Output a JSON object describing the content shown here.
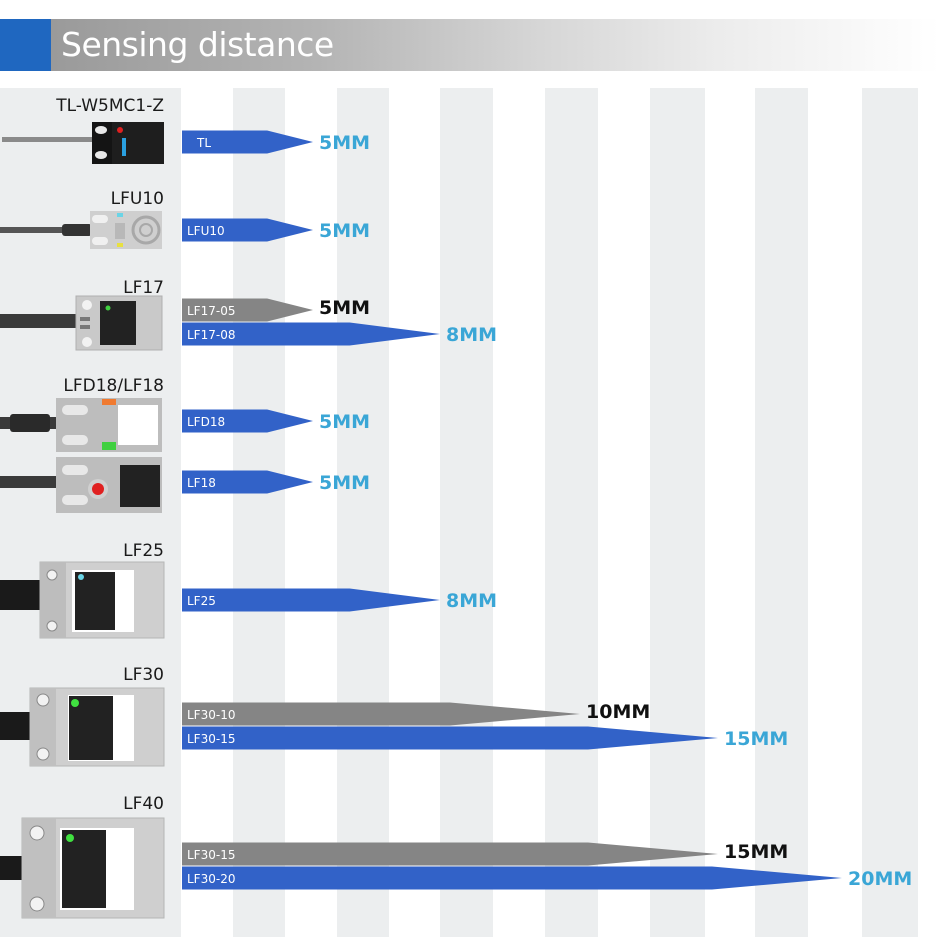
{
  "header": {
    "title": "Sensing distance",
    "accent_color": "#1f67c0"
  },
  "models": [
    {
      "name": "TL-W5MC1-Z",
      "image": "black-square-proximity-sensor-icon"
    },
    {
      "name": "LFU10",
      "image": "gray-proximity-sensor-with-target-face-icon"
    },
    {
      "name": "LF17",
      "image": "gray-proximity-sensor-icon"
    },
    {
      "name": "LFD18/LF18",
      "image": "two-gray-proximity-sensors-icon"
    },
    {
      "name": "LF25",
      "image": "gray-proximity-sensor-icon"
    },
    {
      "name": "LF30",
      "image": "gray-proximity-sensor-icon"
    },
    {
      "name": "LF40",
      "image": "gray-proximity-sensor-icon"
    }
  ],
  "colors": {
    "primary_bar": "#3262c8",
    "secondary_bar": "#858585",
    "primary_value": "#3aa6d6",
    "secondary_value": "#111111"
  },
  "chart_data": {
    "type": "bar",
    "orientation": "horizontal",
    "title": "Sensing distance",
    "xlabel": "",
    "ylabel": "",
    "unit": "MM",
    "grid": "vertical alternating stripes",
    "bars": [
      {
        "group": "TL-W5MC1-Z",
        "label": "TL",
        "value": 5,
        "value_label": "5MM",
        "style": "primary"
      },
      {
        "group": "LFU10",
        "label": "LFU10",
        "value": 5,
        "value_label": "5MM",
        "style": "primary"
      },
      {
        "group": "LF17",
        "label": "LF17-05",
        "value": 5,
        "value_label": "5MM",
        "style": "secondary"
      },
      {
        "group": "LF17",
        "label": "LF17-08",
        "value": 8,
        "value_label": "8MM",
        "style": "primary"
      },
      {
        "group": "LFD18/LF18",
        "label": "LFD18",
        "value": 5,
        "value_label": "5MM",
        "style": "primary"
      },
      {
        "group": "LFD18/LF18",
        "label": "LF18",
        "value": 5,
        "value_label": "5MM",
        "style": "primary"
      },
      {
        "group": "LF25",
        "label": "LF25",
        "value": 8,
        "value_label": "8MM",
        "style": "primary"
      },
      {
        "group": "LF30",
        "label": "LF30-10",
        "value": 10,
        "value_label": "10MM",
        "style": "secondary"
      },
      {
        "group": "LF30",
        "label": "LF30-15",
        "value": 15,
        "value_label": "15MM",
        "style": "primary"
      },
      {
        "group": "LF40",
        "label": "LF30-15",
        "value": 15,
        "value_label": "15MM",
        "style": "secondary"
      },
      {
        "group": "LF40",
        "label": "LF30-20",
        "value": 20,
        "value_label": "20MM",
        "style": "primary"
      }
    ]
  }
}
